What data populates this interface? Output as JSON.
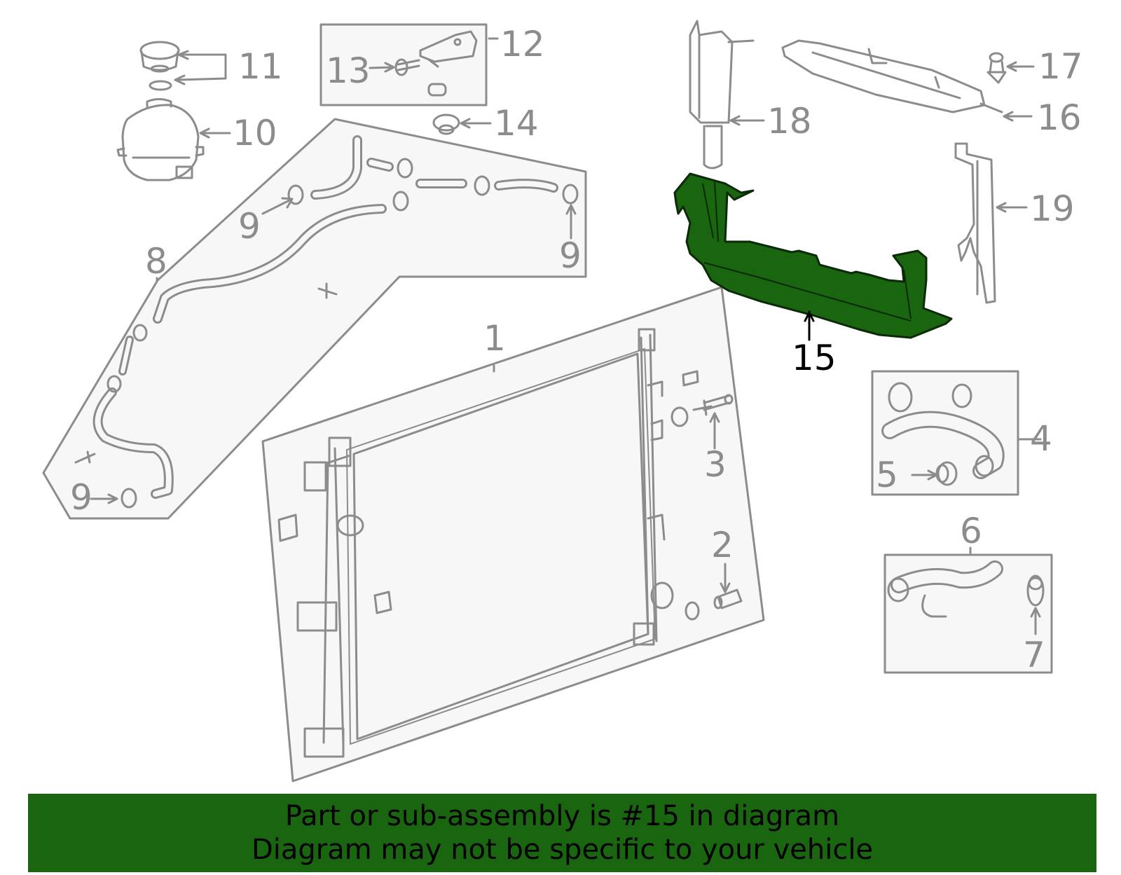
{
  "diagram": {
    "highlight_color": "#1a6510",
    "line_color": "#8c8c8c",
    "panel_fill": "#f7f7f7",
    "highlighted_part": "15",
    "callouts": {
      "c1": "1",
      "c2": "2",
      "c3": "3",
      "c4": "4",
      "c5": "5",
      "c6": "6",
      "c7": "7",
      "c8": "8",
      "c9a": "9",
      "c9b": "9",
      "c9c": "9",
      "c10": "10",
      "c11": "11",
      "c12": "12",
      "c13": "13",
      "c14": "14",
      "c15": "15",
      "c16": "16",
      "c17": "17",
      "c18": "18",
      "c19": "19"
    }
  },
  "banner": {
    "line1": "Part or sub-assembly is #15 in diagram",
    "line2": "Diagram may not be specific to your vehicle"
  }
}
